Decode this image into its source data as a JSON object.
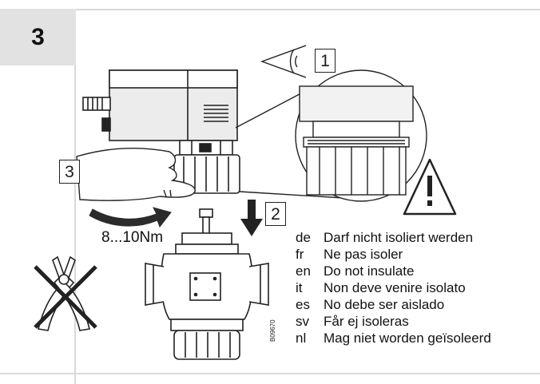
{
  "step": {
    "number": "3"
  },
  "callouts": {
    "one": "1",
    "two": "2",
    "three": "3"
  },
  "torque": {
    "value": "8...10Nm"
  },
  "languages": [
    {
      "code": "de",
      "text": "Darf nicht isoliert werden"
    },
    {
      "code": "fr",
      "text": "Ne pas isoler"
    },
    {
      "code": "en",
      "text": "Do not insulate"
    },
    {
      "code": "it",
      "text": "Non deve venire isolato"
    },
    {
      "code": "es",
      "text": "No debe ser aislado"
    },
    {
      "code": "sv",
      "text": "Får ej isoleras"
    },
    {
      "code": "nl",
      "text": "Mag niet worden geïsoleerd"
    }
  ],
  "document": {
    "id": "B09670"
  },
  "icons": [
    "eye-icon",
    "warning-triangle-icon",
    "no-pliers-icon",
    "down-arrow-icon",
    "rotation-arrow-icon"
  ]
}
